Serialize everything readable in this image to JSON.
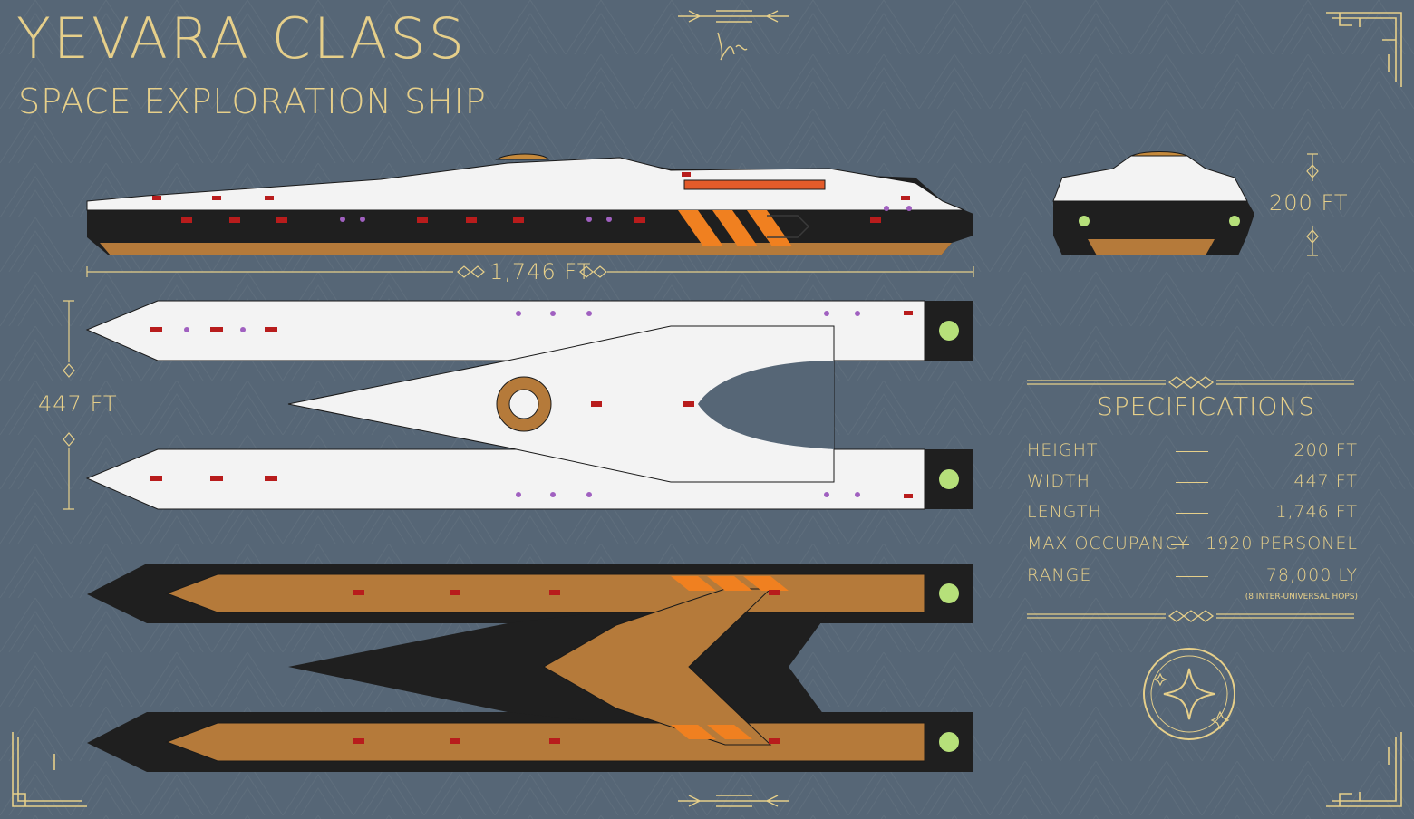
{
  "title": "YEVARA CLASS",
  "subtitle": "SPACE EXPLORATION SHIP",
  "dimensions": {
    "length_label": "1,746 FT",
    "height_label": "200 FT",
    "width_label": "447 FT"
  },
  "specifications": {
    "heading": "SPECIFICATIONS",
    "rows": [
      {
        "label": "HEIGHT",
        "value": "200 FT"
      },
      {
        "label": "WIDTH",
        "value": "447 FT"
      },
      {
        "label": "LENGTH",
        "value": "1,746 FT"
      },
      {
        "label": "MAX OCCUPANCY",
        "value": "1920 PERSONEL"
      },
      {
        "label": "RANGE",
        "value": "78,000 LY"
      }
    ],
    "range_note": "(8 INTER-UNIVERSAL HOPS)"
  },
  "colors": {
    "background": "#566676",
    "gold": "#e6cf8a",
    "hull_white": "#f3f3f3",
    "hull_black": "#1f1f1f",
    "hull_bronze": "#b57a3a",
    "accent_orange": "#f08020",
    "window_red": "#b81c1c",
    "light_purple": "#a060c0",
    "engine_green": "#b6e07a"
  },
  "icons": [
    "star-emblem-icon",
    "art-deco-corner-ornament-icon",
    "signature-mark"
  ]
}
